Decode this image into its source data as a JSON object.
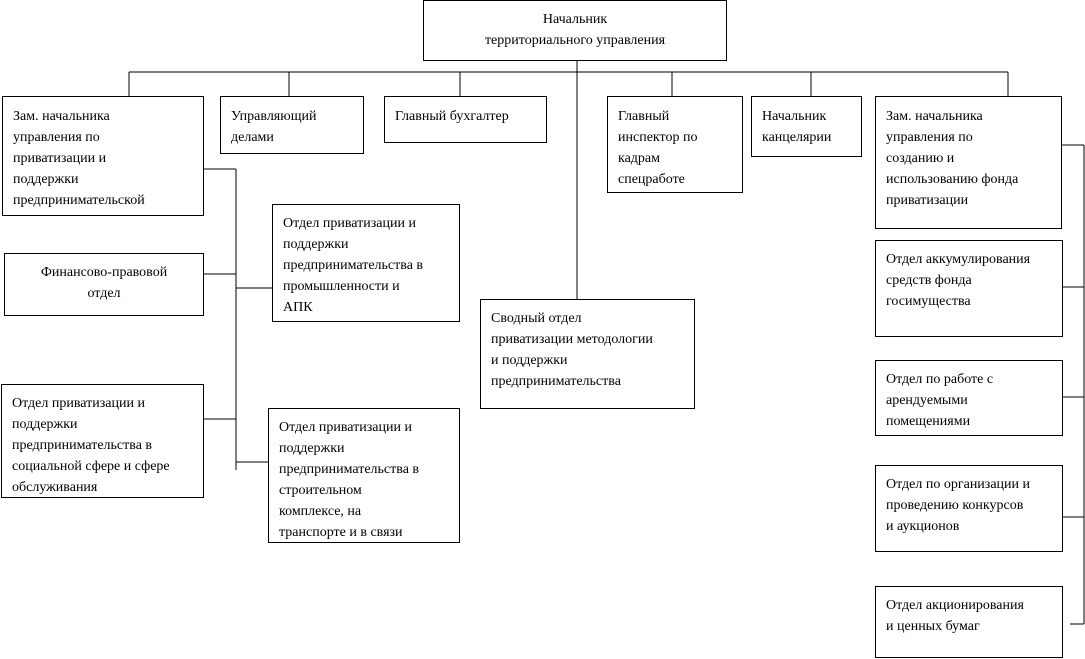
{
  "boxes": {
    "head": "Начальник\nтерриториального управления",
    "dep_priv": "Зам. начальника\nуправления по\nприватизации и\nподдержки\nпредпринимательской",
    "manager": "Управляющий\nделами",
    "accountant": "Главный бухгалтер",
    "hr": "Главный\nинспектор по\nкадрам\nспецработе",
    "office": "Начальник\nканцелярии",
    "dep_fund": "Зам. начальника\nуправления по\nсозданию и\nиспользованию фонда\nприватизации",
    "fin_legal": "Финансово-правовой\nотдел",
    "priv_industry": "Отдел приватизации и\nподдержки\nпредпринимательства в\nпромышленности и\nАПК",
    "priv_social": "Отдел приватизации и\nподдержки\nпредпринимательства в\nсоциальной сфере и сфере\nобслуживания",
    "priv_construction": "Отдел приватизации и\nподдержки\nпредпринимательства в\nстроительном\nкомплексе, на\nтранспорте и в связи",
    "summary": "Сводный отдел\nприватизации методологии\nи поддержки\nпредпринимательства",
    "fund_accum": "Отдел аккумулирования\nсредств фонда\nгосимущества",
    "rent": "Отдел по работе с\nарендуемыми\nпомещениями",
    "contests": "Отдел по организации и\nпроведению конкурсов\nи аукционов",
    "shares": "Отдел акционирования\nи ценных бумаг"
  }
}
